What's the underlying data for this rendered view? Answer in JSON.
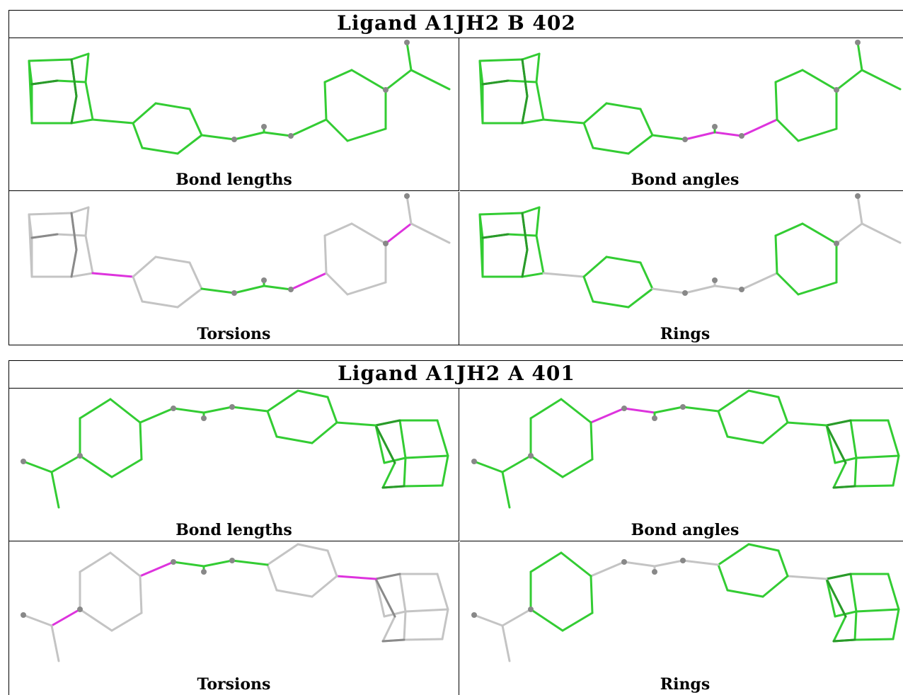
{
  "tables": [
    {
      "title": "Ligand A1JH2 B 402",
      "cells": [
        {
          "caption": "Bond lengths"
        },
        {
          "caption": "Bond angles"
        },
        {
          "caption": "Torsions"
        },
        {
          "caption": "Rings"
        }
      ]
    },
    {
      "title": "Ligand A1JH2 A 401",
      "cells": [
        {
          "caption": "Bond lengths"
        },
        {
          "caption": "Bond angles"
        },
        {
          "caption": "Torsions"
        },
        {
          "caption": "Rings"
        }
      ]
    }
  ],
  "colors": {
    "ok": "#33cc33",
    "ok_dark": "#2a9a2a",
    "outlier": "#dd33dd",
    "neutral": "#c4c4c4",
    "neutral_dark": "#8a8a8a",
    "atom": "#888888"
  }
}
